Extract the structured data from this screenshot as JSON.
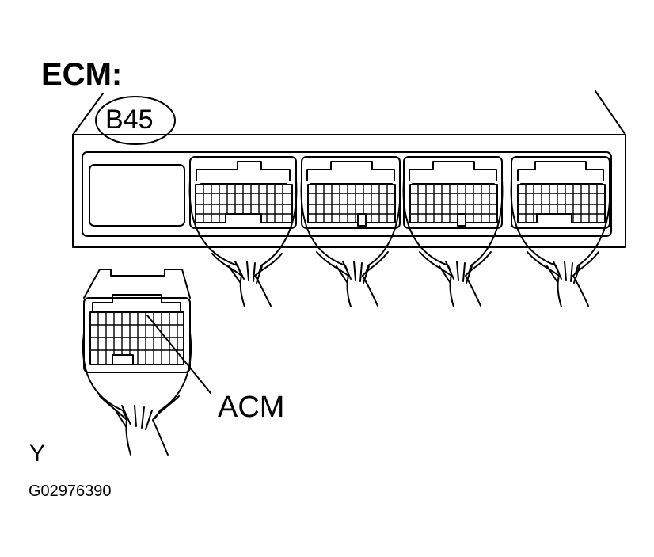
{
  "diagram": {
    "title": "ECM:",
    "connector_code": "B45",
    "callout_label": "ACM",
    "corner_mark": "Y",
    "figure_id": "G02976390"
  },
  "colors": {
    "stroke": "#000000",
    "background": "#ffffff"
  },
  "connectors": [
    {
      "name": "ecm-connector-1",
      "variant": "wide-key"
    },
    {
      "name": "ecm-connector-2",
      "variant": "center-key"
    },
    {
      "name": "ecm-connector-3",
      "variant": "center-key"
    },
    {
      "name": "ecm-connector-4",
      "variant": "wide-key"
    },
    {
      "name": "acm-connector",
      "variant": "acm"
    }
  ]
}
